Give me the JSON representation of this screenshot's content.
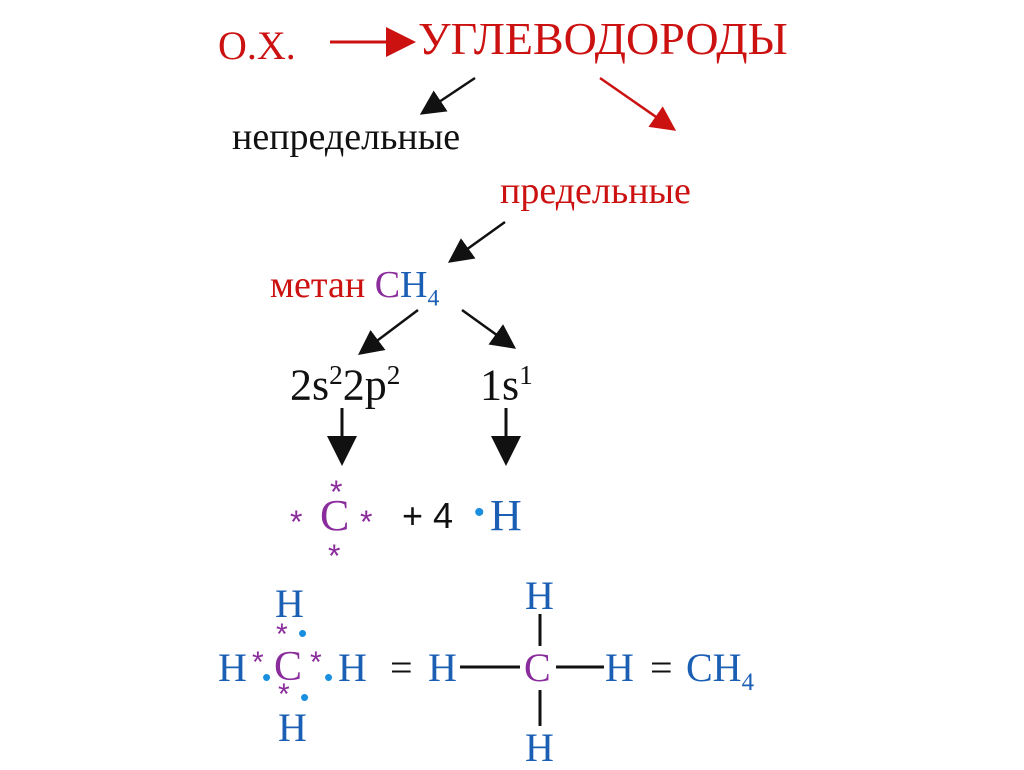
{
  "title_row": {
    "left": "О.Х.",
    "right": "УГЛЕВОДОРОДЫ"
  },
  "branches": {
    "unsaturated": "непредельные",
    "saturated": "предельные"
  },
  "methane": {
    "name": "метан",
    "c": "C",
    "h": "H",
    "sub": "4"
  },
  "configs": {
    "carbon": {
      "a": "2s",
      "a_sup": "2",
      "b": "2p",
      "b_sup": "2"
    },
    "hydrogen": {
      "a": "1s",
      "a_sup": "1"
    }
  },
  "atoms": {
    "c": "C",
    "star": "*",
    "plus": "+ 4",
    "dot": "•",
    "h": "H"
  },
  "structural": {
    "eq": "=",
    "formula_c": "CH",
    "formula_sub": "4"
  },
  "colors": {
    "red": "#cc1111",
    "blue": "#1a5fb4",
    "purple": "#8a2c9b",
    "dot": "#1a8fe0"
  }
}
